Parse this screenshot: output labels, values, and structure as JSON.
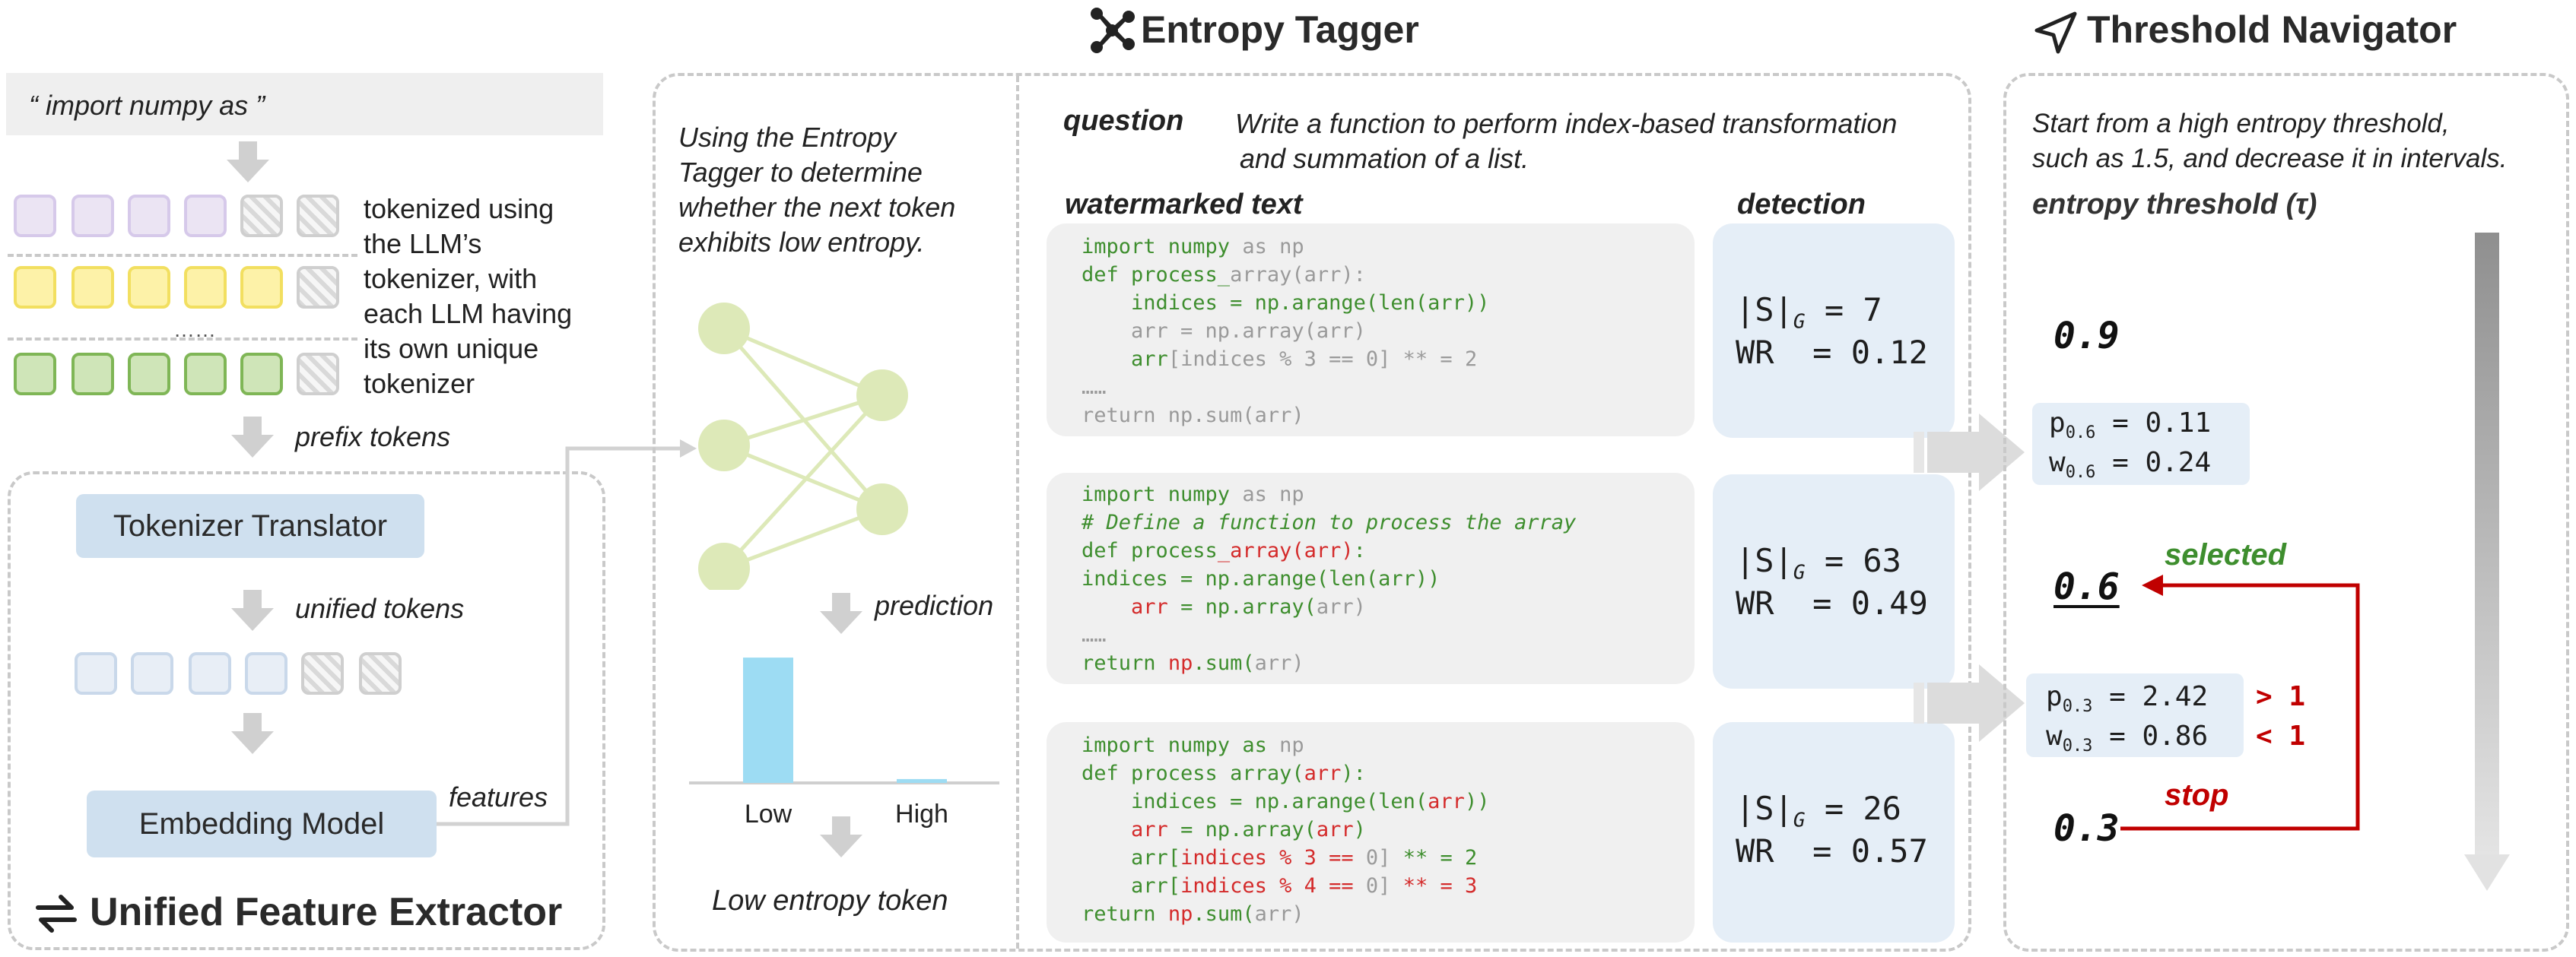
{
  "extractor": {
    "input_text": "“ import numpy as ”",
    "tokenized_note": [
      "tokenized using",
      "the LLM’s",
      "tokenizer, with",
      "each LLM having",
      "its own unique",
      "tokenizer"
    ],
    "ellipsis": "……",
    "prefix_tokens": "prefix tokens",
    "translator": "Tokenizer Translator",
    "unified_tokens": "unified tokens",
    "embedding_model": "Embedding Model",
    "features": "features",
    "title": "Unified Feature Extractor"
  },
  "tagger": {
    "title": "Entropy Tagger",
    "description": [
      "Using the Entropy",
      "Tagger to determine",
      "whether the next token",
      "exhibits low entropy."
    ],
    "prediction": "prediction",
    "chart_data": {
      "type": "bar",
      "categories": [
        "Low",
        "High"
      ],
      "values": [
        0.97,
        0.03
      ],
      "title": "",
      "xlabel": "",
      "ylabel": ""
    },
    "result": "Low entropy token"
  },
  "example": {
    "question_label": "question",
    "question_text": [
      "Write a function to perform index-based transformation",
      "and summation of a list."
    ],
    "watermarked_label": "watermarked text",
    "detection_label": "detection",
    "detections": [
      {
        "s_label": "|S|",
        "s_sub": "G",
        "s_val": "= 7",
        "wr_label": "WR",
        "wr_val": "= 0.12"
      },
      {
        "s_label": "|S|",
        "s_sub": "G",
        "s_val": "= 63",
        "wr_label": "WR",
        "wr_val": "= 0.49"
      },
      {
        "s_label": "|S|",
        "s_sub": "G",
        "s_val": "= 26",
        "wr_label": "WR",
        "wr_val": "= 0.57"
      }
    ],
    "code_lines": {
      "b1": [
        "import numpy as np",
        "def process_array(arr):",
        "    indices = np.arange(len(arr))",
        "    arr = np.array(arr)",
        "    arr[indices % 3 == 0] ** = 2",
        "……",
        "return np.sum(arr)"
      ],
      "b2": [
        "import numpy as np",
        "# Define a function to process the array",
        "def process_array(arr):",
        "indices = np.arange(len(arr))",
        "    arr = np.array(arr)",
        "……",
        "return np.sum(arr)"
      ],
      "b3": [
        "import numpy as np",
        "def process array(arr):",
        "    indices = np.arange(len(arr))",
        "    arr = np.array(arr)",
        "    arr[indices % 3 == 0] ** = 2",
        "    arr[indices % 4 == 0] ** = 3",
        "return np.sum(arr)"
      ]
    }
  },
  "navigator": {
    "title": "Threshold Navigator",
    "description": [
      "Start from a high entropy threshold,",
      "such as 1.5, and decrease it in intervals."
    ],
    "threshold_label": "entropy threshold (τ)",
    "t1": "0.9",
    "t2": "0.6",
    "t3": "0.3",
    "p06_label": "p",
    "p06_sub": "0.6",
    "p06_val": " = 0.11",
    "w06_label": "w",
    "w06_sub": "0.6",
    "w06_val": " = 0.24",
    "p03_label": "p",
    "p03_sub": "0.3",
    "p03_val": " = 2.42",
    "w03_label": "w",
    "w03_sub": "0.3",
    "w03_val": " = 0.86",
    "gt": "> 1",
    "lt": "< 1",
    "selected": "selected",
    "stop": "stop"
  },
  "colors": {
    "red": "#c00000",
    "green": "#3e8e2e",
    "blue_box": "#cfe0ef",
    "bar": "#9ddcf3"
  }
}
